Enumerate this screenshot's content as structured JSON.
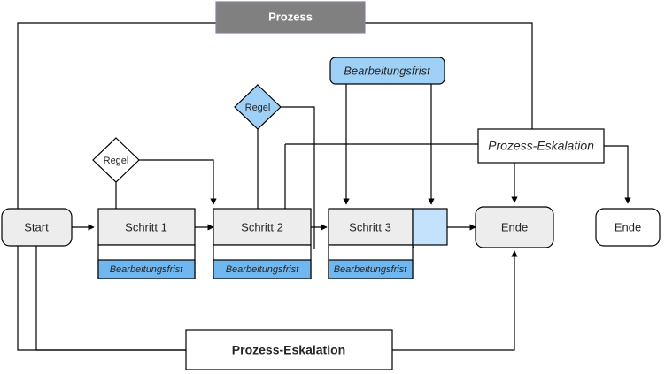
{
  "diagram": {
    "title": "Prozess",
    "colors": {
      "process_header_fill": "#808080",
      "step_fill": "#ededed",
      "accent_blue": "#9fd0f5",
      "deadline_fill": "#6fb7ee",
      "rule_blue_fill": "#9fd0f5",
      "white": "#ffffff",
      "stroke": "#000000",
      "text": "#262626"
    },
    "nodes": {
      "process_header": {
        "label": "Prozess",
        "kind": "header-bar"
      },
      "start": {
        "label": "Start",
        "kind": "terminator"
      },
      "step1": {
        "label": "Schritt 1",
        "kind": "task",
        "deadline_label": "Bearbeitungsfrist"
      },
      "step2": {
        "label": "Schritt 2",
        "kind": "task",
        "deadline_label": "Bearbeitungsfrist"
      },
      "step3": {
        "label": "Schritt 3",
        "kind": "task",
        "deadline_label": "Bearbeitungsfrist"
      },
      "step3_attachment": {
        "label": "",
        "kind": "attached-blue-box"
      },
      "rule1": {
        "label": "Regel",
        "kind": "decision",
        "fill": "white"
      },
      "rule2": {
        "label": "Regel",
        "kind": "decision",
        "fill": "blue"
      },
      "deadline_top": {
        "label": "Bearbeitungsfrist",
        "kind": "event"
      },
      "escalation_right": {
        "label": "Prozess-Eskalation",
        "kind": "subprocess"
      },
      "escalation_bottom": {
        "label": "Prozess-Eskalation",
        "kind": "subprocess"
      },
      "ende_main": {
        "label": "Ende",
        "kind": "terminator"
      },
      "ende_escalation": {
        "label": "Ende",
        "kind": "terminator"
      }
    }
  }
}
